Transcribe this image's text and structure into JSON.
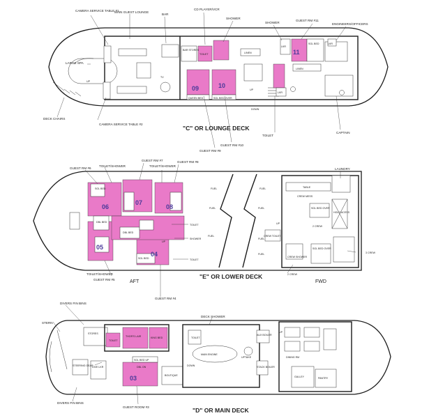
{
  "colors": {
    "cabin_highlight": "#e97ac8",
    "cabin_number": "#4b3a9a",
    "line": "#1a1a1a"
  },
  "decks": {
    "lounge": {
      "title": "\"C\" OR LOUNGE DECK",
      "labels": {
        "camera_table_1": "CAMERA SERVICE TABLE #1",
        "main_lounge": "MAIN GUEST LOUNGE",
        "bar": "BAR",
        "cd_player": "CD PLAYER/VCR",
        "shower": "SHOWER",
        "shower2": "SHOWER",
        "guest_rm_11": "GUEST RM #11",
        "engineers": "ENGINEERS/OFFICERS",
        "large_spa": "LARGE SPA",
        "deck_chairs": "DECK CHAIRS",
        "camera_table_2": "CAMERA SERVICE TABLE #2",
        "captain": "CAPTAIN",
        "toilet": "TOILET",
        "guest_rm_9": "GUEST RM #9",
        "guest_rm_10": "GUEST RM #10",
        "up": "UP",
        "down": "DOWN",
        "tv": "TV",
        "linen": "LINEN",
        "lkr": "LKR",
        "queen_bed": "QUEEN BED",
        "sgl_bed_over": "SGL BED OVER",
        "sgl_bed": "SGL BED",
        "bar_stores": "BAR STORES"
      },
      "cabins": [
        "09",
        "10",
        "11"
      ]
    },
    "lower": {
      "title": "\"E\" OR LOWER DECK",
      "aft": "AFT",
      "fwd": "FWD",
      "labels": {
        "guest_rm_6": "GUEST RM #6",
        "toilet_shower": "TOILET/SHOWER",
        "guest_rm_7": "GUEST RM #7",
        "toilet_shower2": "TOILET/SHOWER",
        "guest_rm_8": "GUEST RM #8",
        "laundry": "LAUNDRY",
        "table": "TABLE",
        "crew_mess": "CREW MESS",
        "fuel": "FUEL",
        "toilet": "TOILET",
        "shower": "SHOWER",
        "guest_rm_5": "GUEST RM #5",
        "toilet_shower3": "TOILET/SHOWER",
        "guest_rm_4": "GUEST RM #4",
        "two_crew": "2 CREW",
        "three_crew": "3 CREW",
        "crew_toilet": "CREW TOILET",
        "crew_shower": "CREW SHOWER",
        "hold_access": "HOLD ACESS",
        "sgl_bed": "SGL BED",
        "dbl_bed": "DBL BED",
        "sgl_bed_over": "SGL BED OVER",
        "up": "UP"
      },
      "cabins": [
        "04",
        "05",
        "06",
        "07",
        "08"
      ]
    },
    "main": {
      "title": "\"D\" OR MAIN DECK",
      "labels": {
        "divers_fin_bins": "DIVERS FIN BINS",
        "stern": "STERN",
        "deck_shower": "DECK SHOWER",
        "stores": "STORES",
        "thors_lair": "THOR'S LAIR",
        "king_bed": "KING BED",
        "steering_gear": "STEERING GEAR",
        "dive_lkr": "DIVE LKR",
        "main_engine": "MAIN ENGINE",
        "down": "DOWN",
        "up": "UP",
        "uptake": "UPTAKE",
        "aux_boiler": "AUX BOILER",
        "stack_boiler": "STACK BOILER",
        "dining_rm": "DINING RM",
        "galley": "GALLEY",
        "pantry": "PANTRY",
        "boutique": "BOUTIQUE",
        "divers_fin_bins2": "DIVERS FIN BINS",
        "guest_room_3": "GUEST ROOM #3",
        "sgl_bed_up": "SGL BED UP",
        "dbl_on": "DBL ON",
        "toilet": "TOILET"
      },
      "cabins": [
        "03"
      ]
    }
  }
}
